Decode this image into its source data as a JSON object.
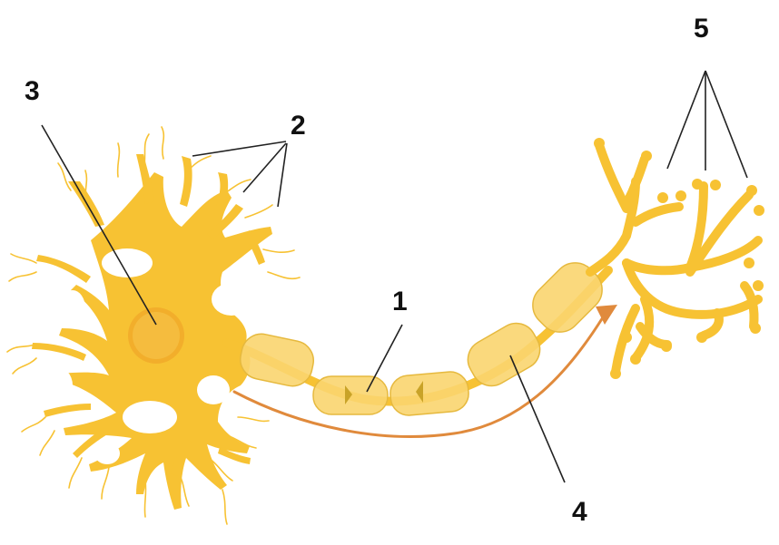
{
  "labels": {
    "axon": "1",
    "dendrites": "2",
    "nucleus": "3",
    "myelin_sheath": "4",
    "axon_terminals": "5"
  },
  "colors": {
    "cell": "#F7C233",
    "cell_light": "#FAD467",
    "nucleus": "#F2AE2B",
    "myelin": "#F9D56F",
    "myelin_edge": "#E6B93E",
    "node": "#C9A328",
    "arrow": "#E08A3C",
    "leader": "#222222"
  }
}
